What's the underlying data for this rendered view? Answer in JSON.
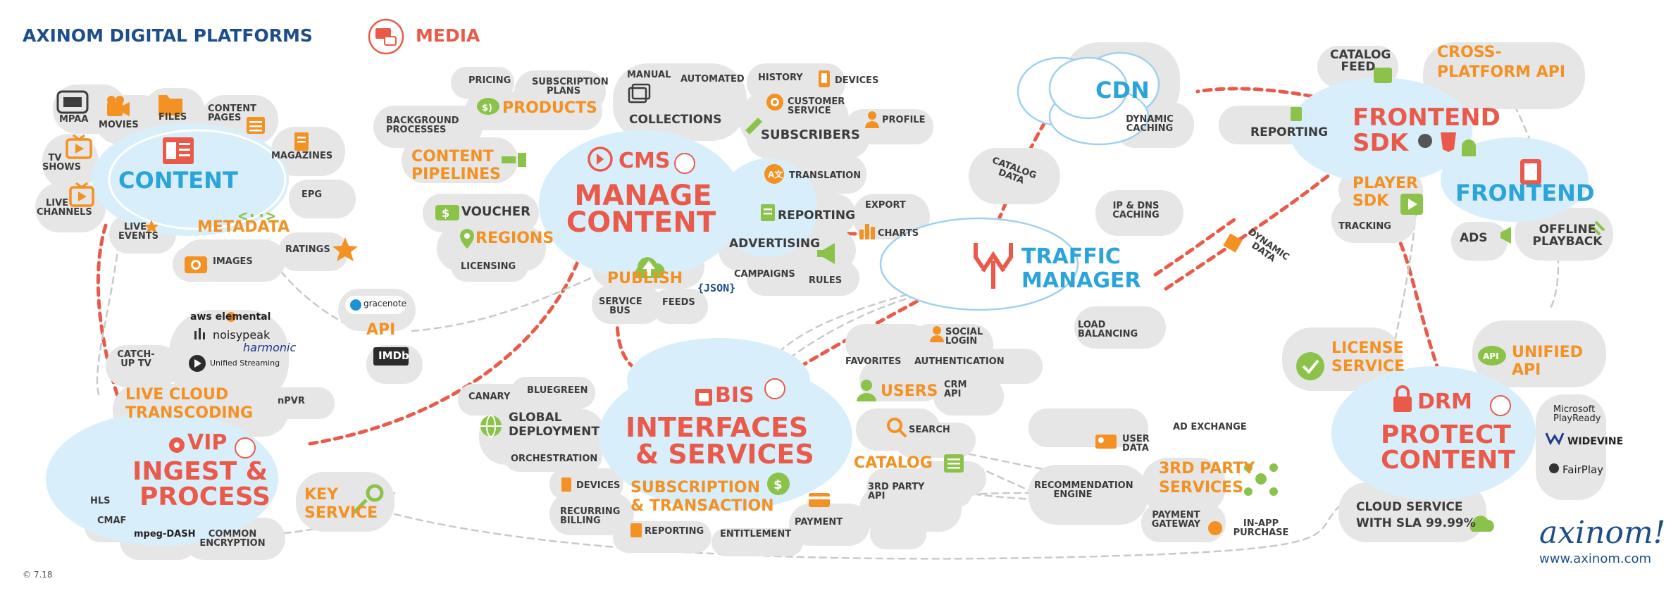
{
  "header": {
    "title": "AXINOM DIGITAL PLATFORMS",
    "subtitle": "MEDIA"
  },
  "footer": {
    "version": "© 7.18",
    "brand": "axinom!",
    "url": "www.axinom.com"
  },
  "colors": {
    "navy": "#1d4e89",
    "red": "#ea5a4a",
    "orange": "#f39122",
    "blue": "#2aa4da",
    "green": "#8bc34a",
    "cloud": "#e6e6e6",
    "hub": "#d9eefb"
  },
  "content": {
    "hub": "CONTENT",
    "metadata": "METADATA",
    "items": [
      "MPAA",
      "MOVIES",
      "FILES",
      "CONTENT PAGES",
      "MAGAZINES",
      "TV SHOWS",
      "LIVE CHANNELS",
      "LIVE EVENTS",
      "EPG",
      "IMAGES",
      "RATINGS"
    ]
  },
  "cms": {
    "tag": "CMS",
    "title1": "MANAGE",
    "title2": "CONTENT",
    "products": "PRODUCTS",
    "pipelines1": "CONTENT",
    "pipelines2": "PIPELINES",
    "voucher": "VOUCHER",
    "regions": "REGIONS",
    "publish": "PUBLISH",
    "collections": "COLLECTIONS",
    "subscribers": "SUBSCRIBERS",
    "reporting": "REPORTING",
    "advertising": "ADVERTISING",
    "json": "{JSON}",
    "items": [
      "PRICING",
      "SUBSCRIPTION PLANS",
      "MANUAL",
      "AUTOMATED",
      "HISTORY",
      "DEVICES",
      "CUSTOMER SERVICE",
      "PROFILE",
      "BACKGROUND PROCESSES",
      "TRANSLATION",
      "EXPORT",
      "CHARTS",
      "LICENSING",
      "CAMPAIGNS",
      "RULES",
      "SERVICE BUS",
      "FEEDS"
    ]
  },
  "api": {
    "label": "API",
    "logos": [
      "gracenote",
      "IMDb"
    ]
  },
  "vip": {
    "tag": "VIP",
    "title1": "INGEST &",
    "title2": "PROCESS",
    "transcoding1": "LIVE CLOUD",
    "transcoding2": "TRANSCODING",
    "key1": "KEY",
    "key2": "SERVICE",
    "items": [
      "CATCH-UP TV",
      "nPVR",
      "HLS",
      "CMAF",
      "COMMON ENCRYPTION"
    ],
    "logos": [
      "aws elemental",
      "noisypeak",
      "harmonic",
      "Unified Streaming",
      "mpeg-DASH"
    ]
  },
  "bis": {
    "tag": "BIS",
    "title1": "INTERFACES",
    "title2": "& SERVICES",
    "users": "USERS",
    "catalog": "CATALOG",
    "subscription1": "SUBSCRIPTION",
    "subscription2": "& TRANSACTION",
    "global1": "GLOBAL",
    "global2": "DEPLOYMENT",
    "items": [
      "CANARY",
      "BLUEGREEN",
      "ORCHESTRATION",
      "FAVORITES",
      "SOCIAL LOGIN",
      "AUTHENTICATION",
      "CRM API",
      "SEARCH",
      "3RD PARTY API",
      "DEVICES",
      "RECURRING BILLING",
      "REPORTING",
      "ENTITLEMENT",
      "PAYMENT"
    ]
  },
  "cdn": {
    "title": "CDN",
    "items": [
      "DYNAMIC CACHING",
      "CATALOG DATA"
    ]
  },
  "traffic": {
    "title1": "TRAFFIC",
    "title2": "MANAGER",
    "items": [
      "IP & DNS CACHING",
      "LOAD BALANCING",
      "DYNAMIC DATA"
    ]
  },
  "thirdparty": {
    "title1": "3RD PARTY",
    "title2": "SERVICES",
    "items": [
      "AD EXCHANGE",
      "USER DATA",
      "RECOMMENDATION ENGINE",
      "PAYMENT GATEWAY",
      "IN-APP PURCHASE"
    ]
  },
  "frontend": {
    "sdk1": "FRONTEND",
    "sdk2": "SDK",
    "title": "FRONTEND",
    "catalog_feed": "CATALOG FEED",
    "cross1": "CROSS-",
    "cross2": "PLATFORM API",
    "reporting": "REPORTING",
    "player1": "PLAYER",
    "player2": "SDK",
    "items": [
      "TRACKING",
      "ADS",
      "OFFLINE PLAYBACK"
    ]
  },
  "drm": {
    "tag": "DRM",
    "title1": "PROTECT",
    "title2": "CONTENT",
    "license1": "LICENSE",
    "license2": "SERVICE",
    "unified1": "UNIFIED",
    "unified2": "API",
    "cloud1": "CLOUD SERVICE",
    "cloud2": "WITH SLA 99.99%",
    "logos": [
      "Microsoft PlayReady",
      "WIDEVINE",
      "FairPlay"
    ]
  }
}
